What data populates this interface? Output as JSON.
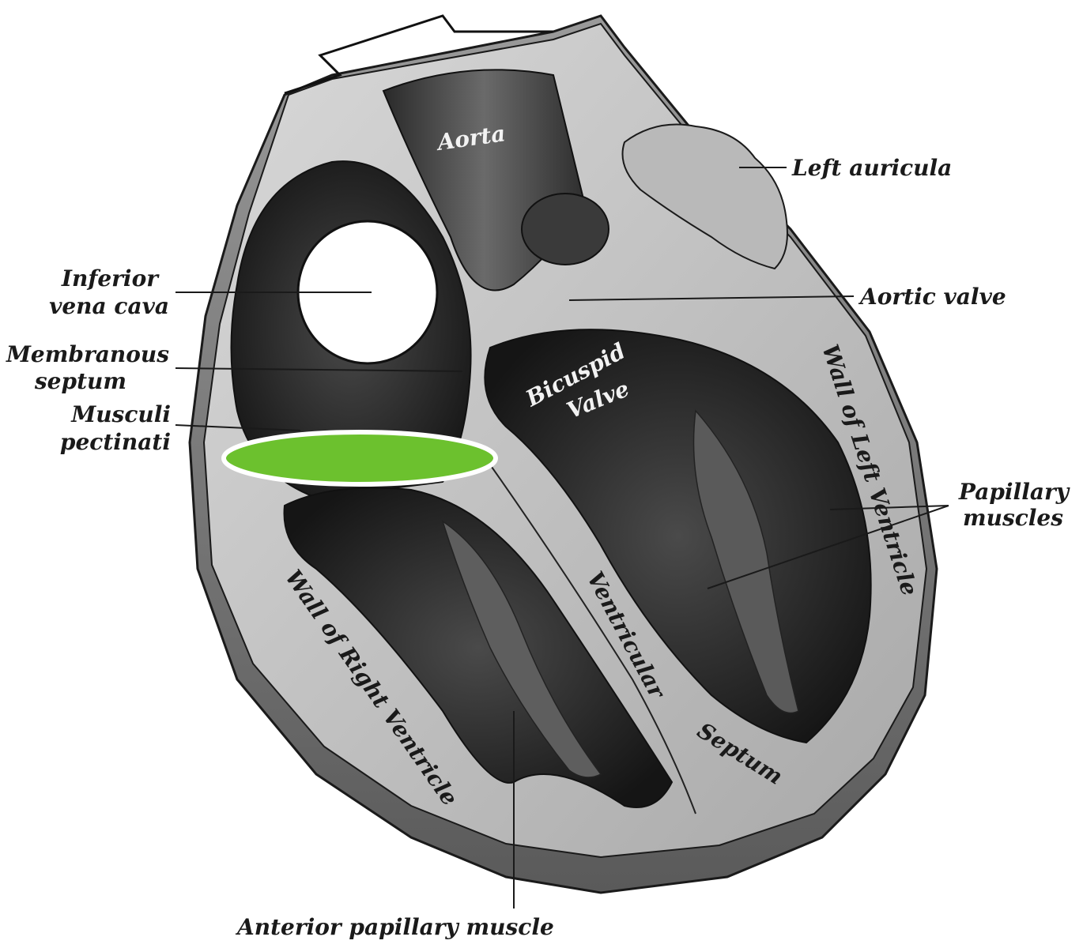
{
  "labels": {
    "left_auricula": "Left auricula",
    "aortic_valve": "Aortic valve",
    "inferior_vena_cava_1": "Inferior",
    "inferior_vena_cava_2": "vena cava",
    "membranous_septum_1": "Membranous",
    "membranous_septum_2": "septum",
    "musculi_pectinati_1": "Musculi",
    "musculi_pectinati_2": "pectinati",
    "papillary_muscles_1": "Papillary",
    "papillary_muscles_2": "muscles",
    "anterior_papillary_muscle": "Anterior papillary muscle"
  },
  "inner_labels": {
    "aorta": "Aorta",
    "bicuspid_valve_1": "Bicuspid",
    "bicuspid_valve_2": "Valve",
    "wall_left_ventricle": "Wall of Left Ventricle",
    "wall_right_ventricle": "Wall of Right Ventricle",
    "ventricular_septum_1": "Ventricular",
    "ventricular_septum_2": "Septum"
  },
  "colors": {
    "highlight": "#6cc12e"
  }
}
